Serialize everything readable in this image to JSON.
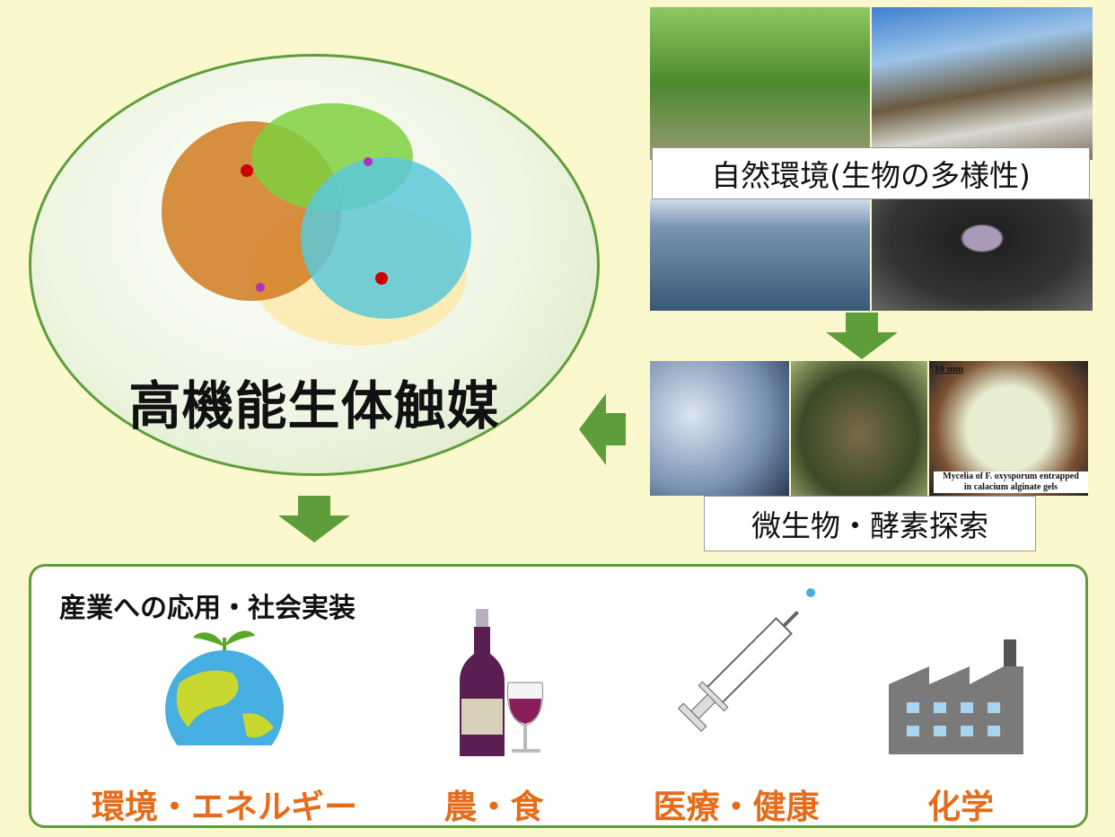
{
  "catalyst": {
    "title": "高機能生体触媒"
  },
  "nature": {
    "label": "自然環境(生物の多様性)"
  },
  "search": {
    "label": "微生物・酵素探索",
    "scale_bar": "10 mm",
    "caption_line1": "Mycelia of F. oxysporum entrapped",
    "caption_line2": "in calacium alginate gels"
  },
  "application": {
    "title": "産業への応用・社会実装",
    "categories": [
      {
        "label": "環境・エネルギー",
        "icon": "earth-sprout-icon"
      },
      {
        "label": "農・食",
        "icon": "wine-icon"
      },
      {
        "label": "医療・健康",
        "icon": "syringe-icon"
      },
      {
        "label": "化学",
        "icon": "factory-icon"
      }
    ]
  },
  "colors": {
    "background": "#fcf8cd",
    "arrow": "#5d9e3a",
    "category_text": "#e46c1a",
    "border": "#5d9e3a"
  }
}
